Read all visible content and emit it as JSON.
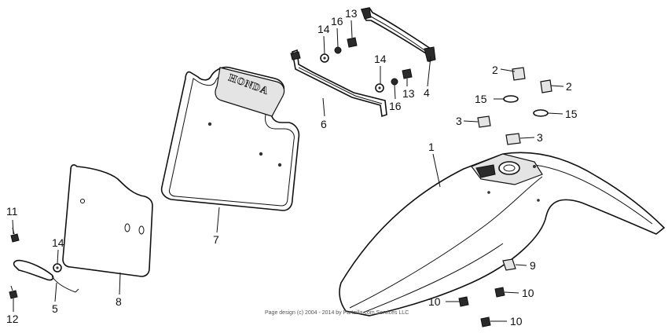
{
  "diagram": {
    "emboss_text": "HONDA",
    "copyright": "Page design (c) 2004 - 2014 by Partzilla.com Services LLC",
    "callouts": [
      {
        "id": "c1",
        "label": "1"
      },
      {
        "id": "c2a",
        "label": "2"
      },
      {
        "id": "c2b",
        "label": "2"
      },
      {
        "id": "c3a",
        "label": "3"
      },
      {
        "id": "c3b",
        "label": "3"
      },
      {
        "id": "c4",
        "label": "4"
      },
      {
        "id": "c5",
        "label": "5"
      },
      {
        "id": "c6",
        "label": "6"
      },
      {
        "id": "c7",
        "label": "7"
      },
      {
        "id": "c8",
        "label": "8"
      },
      {
        "id": "c9",
        "label": "9"
      },
      {
        "id": "c10a",
        "label": "10"
      },
      {
        "id": "c10b",
        "label": "10"
      },
      {
        "id": "c10c",
        "label": "10"
      },
      {
        "id": "c11",
        "label": "11"
      },
      {
        "id": "c12",
        "label": "12"
      },
      {
        "id": "c13a",
        "label": "13"
      },
      {
        "id": "c13b",
        "label": "13"
      },
      {
        "id": "c14a",
        "label": "14"
      },
      {
        "id": "c14b",
        "label": "14"
      },
      {
        "id": "c14c",
        "label": "14"
      },
      {
        "id": "c15a",
        "label": "15"
      },
      {
        "id": "c15b",
        "label": "15"
      },
      {
        "id": "c16a",
        "label": "16"
      },
      {
        "id": "c16b",
        "label": "16"
      }
    ]
  }
}
